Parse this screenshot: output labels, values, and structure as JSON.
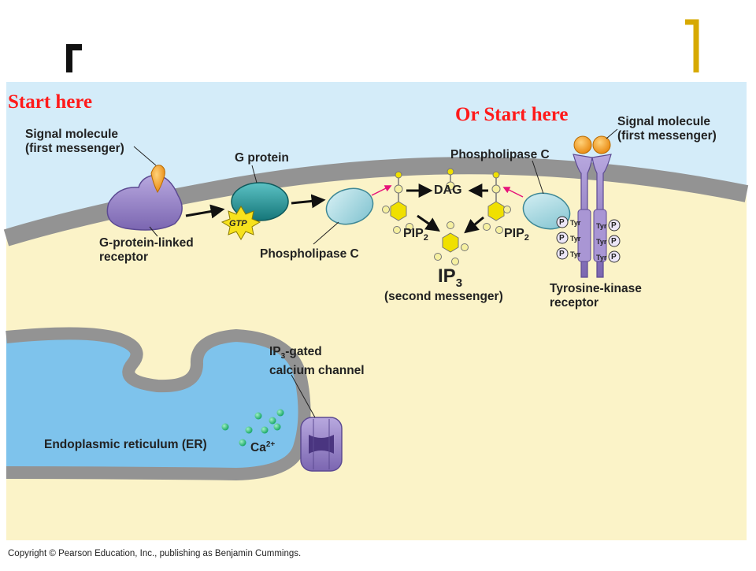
{
  "annotations": {
    "start_left": "Start here",
    "start_right": "Or Start here"
  },
  "labels": {
    "signal_left_1": "Signal molecule",
    "signal_left_2": "(first messenger)",
    "g_protein": "G protein",
    "gtp": "GTP",
    "receptor_left_1": "G-protein-linked",
    "receptor_left_2": "receptor",
    "phospholipase_c_bottom": "Phospholipase C",
    "phospholipase_c_top": "Phospholipase C",
    "dag": "DAG",
    "pip2_base": "PIP",
    "pip2_sub": "2",
    "ip3_base": "IP",
    "ip3_sub": "3",
    "second_messenger": "(second messenger)",
    "signal_right_1": "Signal molecule",
    "signal_right_2": "(first messenger)",
    "p": "P",
    "tyr": "Tyr",
    "receptor_right_1": "Tyrosine-kinase",
    "receptor_right_2": "receptor",
    "ip3_gated_base": "IP",
    "ip3_gated_sub": "3",
    "ip3_gated_rest": "-gated",
    "calcium_channel": "calcium channel",
    "er": "Endoplasmic reticulum (ER)",
    "ca_base": "Ca",
    "ca_sup": "2+"
  },
  "copyright": "Copyright © Pearson Education, Inc., publishing as Benjamin Cummings.",
  "colors": {
    "extracellular": "#d4ecf9",
    "cytoplasm": "#fbf3c8",
    "membrane": "#939393",
    "er_lumen": "#7ec3ec",
    "receptor_purple": "#9a86c8",
    "g_protein_teal": "#1e8f92",
    "phospholipase": "#a8dbe3",
    "ligand_orange": "#f5a11a",
    "gtp_yellow": "#f7e21d",
    "pip_yellow": "#f0e000",
    "calcium_green": "#2ec07a",
    "start_red": "#ff1a1a",
    "bracket_black": "#111111",
    "bracket_gold": "#d7a900"
  }
}
